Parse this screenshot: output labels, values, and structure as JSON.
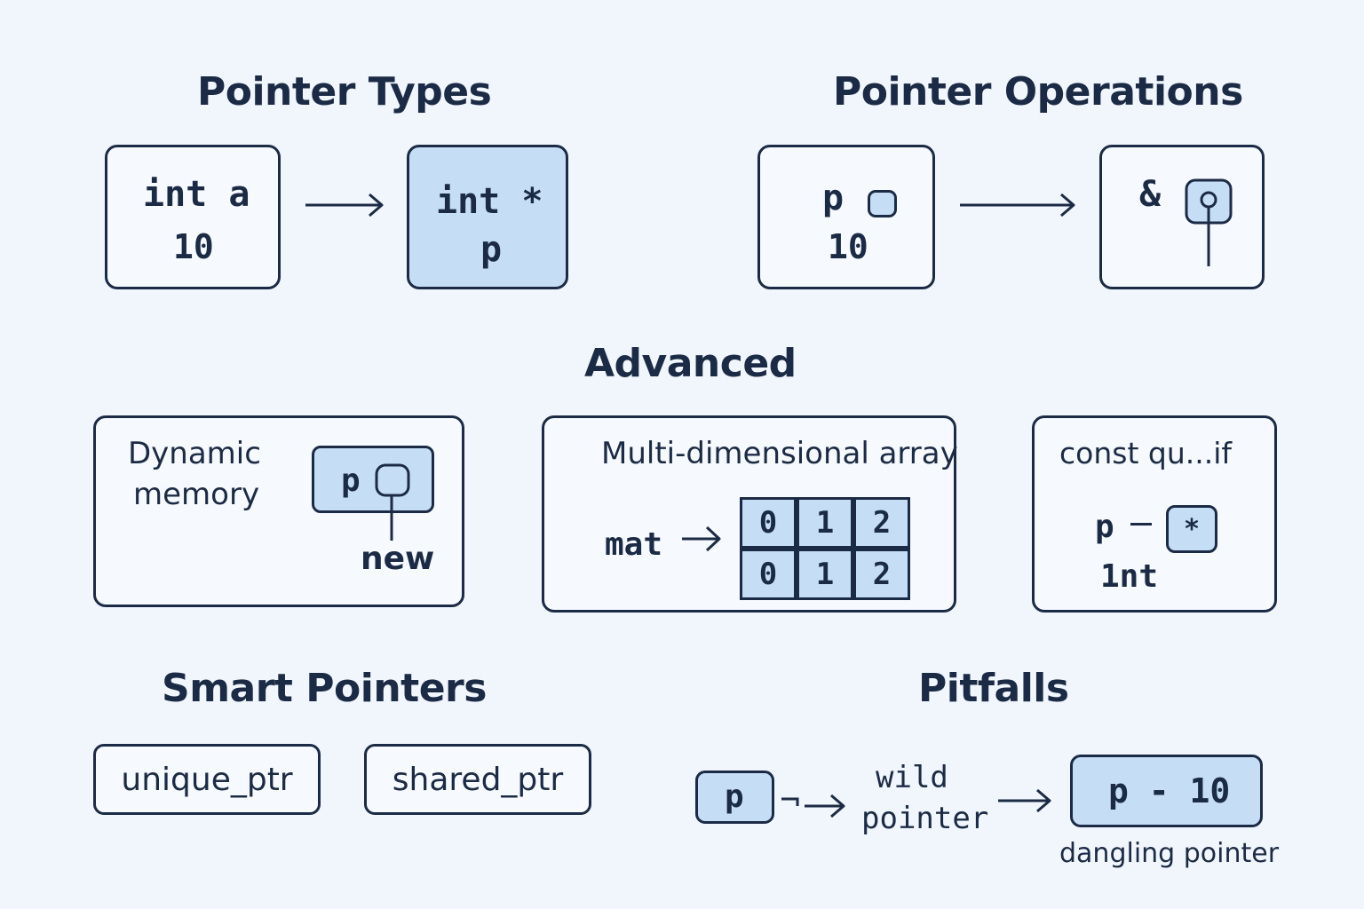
{
  "titles": {
    "pointer_types": "Pointer Types",
    "pointer_operations": "Pointer Operations",
    "advanced": "Advanced",
    "smart_pointers": "Smart Pointers",
    "pitfalls": "Pitfalls"
  },
  "pointer_types": {
    "var_decl": "int a",
    "var_value": "10",
    "ptr_decl": "int *",
    "ptr_name": "p"
  },
  "pointer_operations": {
    "ptr_name": "p",
    "value": "10",
    "address_of": "&"
  },
  "advanced": {
    "dynamic": {
      "label_line1": "Dynamic",
      "label_line2": "memory",
      "ptr_name": "p",
      "new_label": "new"
    },
    "multi": {
      "label": "Multi-dimensional array",
      "mat_label": "mat",
      "cells": [
        [
          "0",
          "1",
          "2"
        ],
        [
          "0",
          "1",
          "2"
        ]
      ]
    },
    "const": {
      "label": "const qu...if",
      "ptr_name": "p",
      "star": "*",
      "type_label": "1nt"
    }
  },
  "smart_pointers": {
    "unique": "unique_ptr",
    "shared": "shared_ptr"
  },
  "pitfalls": {
    "ptr_name": "p",
    "wild_line1": "wild",
    "wild_line2": "pointer",
    "dangling_box": "p - 10",
    "dangling_label": "dangling pointer"
  },
  "colors": {
    "ink": "#1c2b45",
    "fill_blue": "#c5def6",
    "background": "#f1f6fc"
  }
}
